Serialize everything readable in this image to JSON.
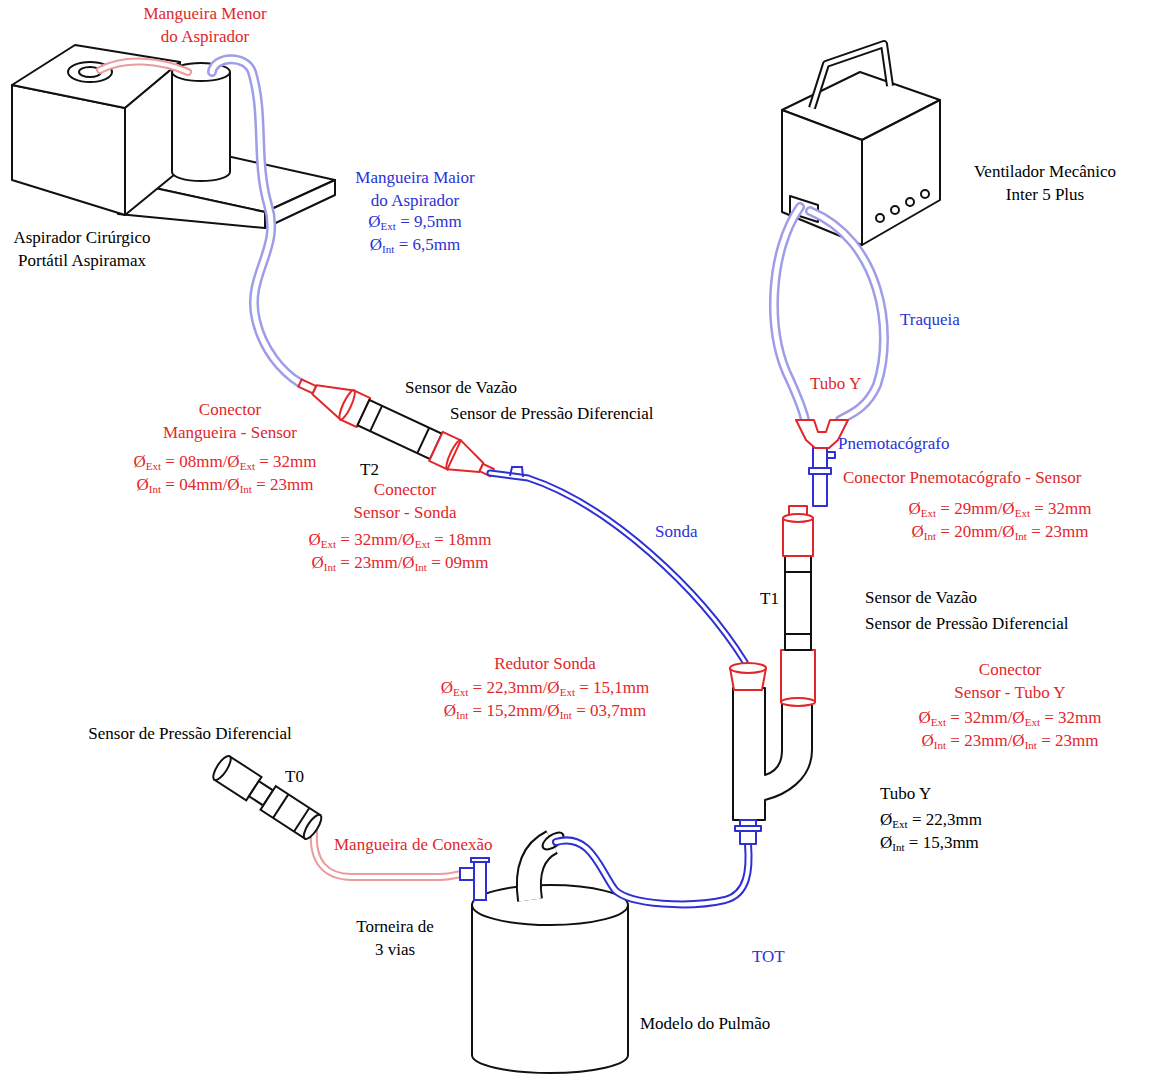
{
  "diagram": {
    "labels": [
      "Mangueira Menor do Aspirador",
      "Aspirador Cirúrgico Portátil Aspiramax",
      "Mangueira Maior do Aspirador",
      "ØExt = 9,5mm",
      "ØInt = 6,5mm",
      "Ventilador Mecânico Inter 5 Plus",
      "Traqueia",
      "Tubo Y",
      "Pnemotacógrafo",
      "Conector Pnemotacógrafo - Sensor",
      "ØExt = 29mm/ØExt = 32mm",
      "ØInt = 20mm/ØInt = 23mm",
      "Sensor de Vazão",
      "Sensor de Pressão Diferencial",
      "T1",
      "Conector Sensor - Tubo Y",
      "ØExt = 32mm/ØExt = 32mm",
      "ØInt = 23mm/ØInt = 23mm",
      "Tubo Y",
      "ØExt = 22,3mm",
      "ØInt = 15,3mm",
      "Sensor de Vazão",
      "Sensor de Pressão Diferencial",
      "Conector Mangueira - Sensor",
      "ØExt = 08mm/ØExt = 32mm",
      "ØInt = 04mm/ØInt = 23mm",
      "T2",
      "Conector Sensor - Sonda",
      "ØExt = 32mm/ØExt = 18mm",
      "ØInt = 23mm/ØInt = 09mm",
      "Sonda",
      "Redutor Sonda",
      "ØExt = 22,3mm/ØExt = 15,1mm",
      "ØInt = 15,2mm/ØInt = 03,7mm",
      "Sensor de Pressão Diferencial",
      "T0",
      "Mangueira de Conexão",
      "Torneira de 3 vias",
      "TOT",
      "Modelo do Pulmão"
    ]
  }
}
